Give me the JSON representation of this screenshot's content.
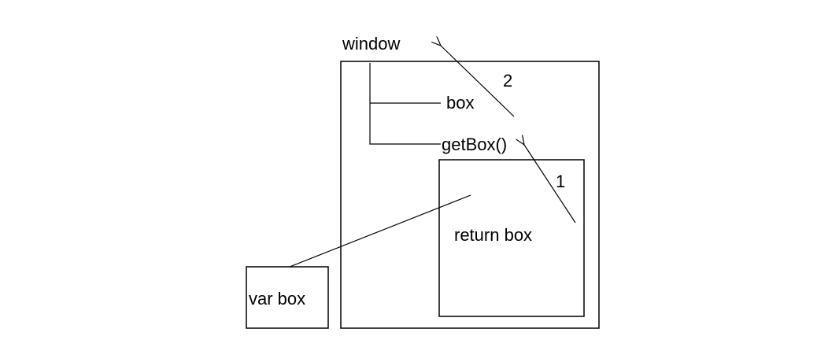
{
  "labels": {
    "window": "window",
    "box": "box",
    "get_box": "getBox()",
    "return_box": "return box",
    "var_box": "var box",
    "step_1": "1",
    "step_2": "2"
  }
}
